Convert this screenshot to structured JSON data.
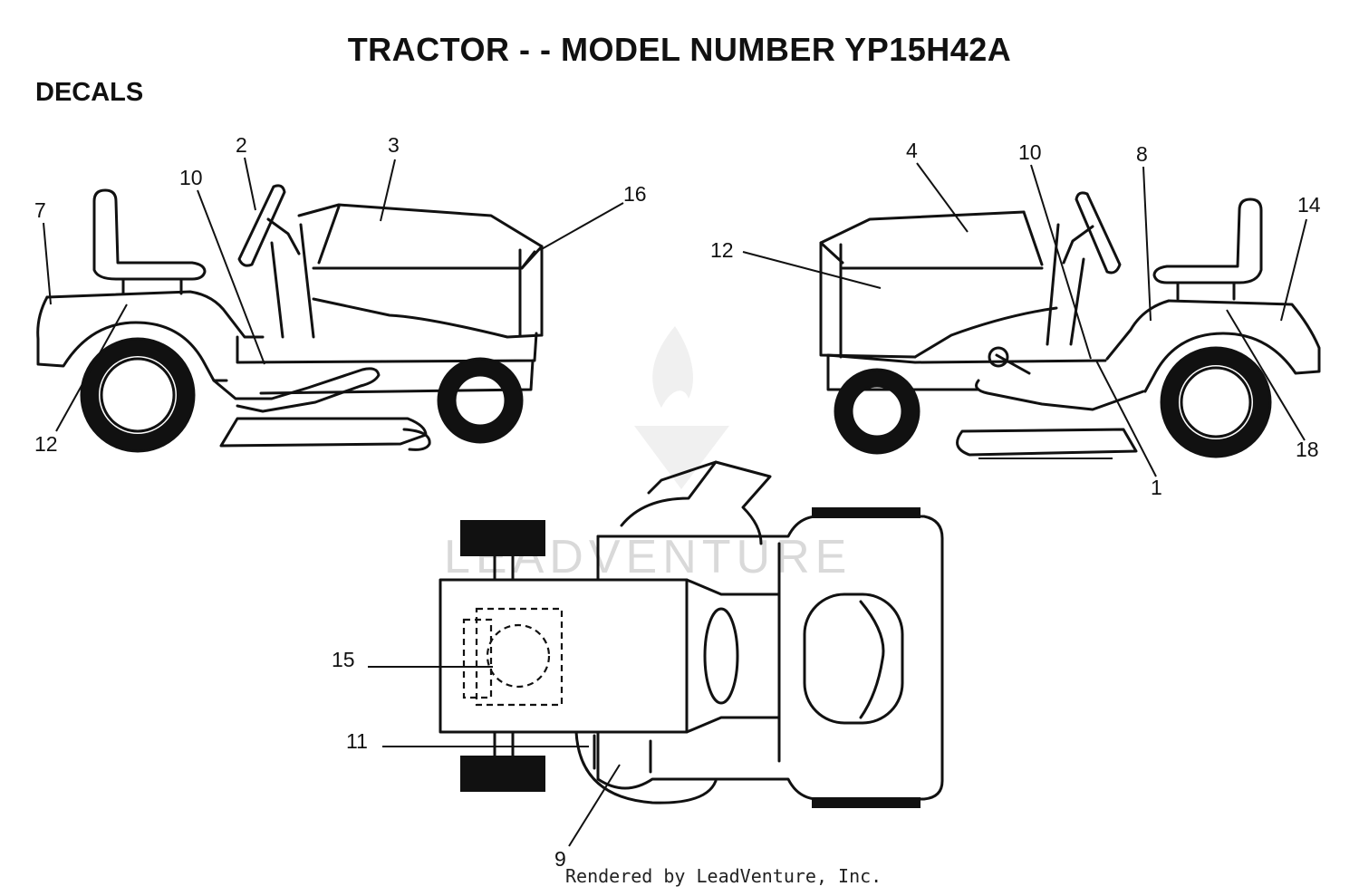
{
  "header": {
    "title": "TRACTOR - - MODEL NUMBER YP15H42A",
    "section": "DECALS"
  },
  "callouts": [
    {
      "id": "c7",
      "text": "7"
    },
    {
      "id": "c2",
      "text": "2"
    },
    {
      "id": "c10a",
      "text": "10"
    },
    {
      "id": "c3",
      "text": "3"
    },
    {
      "id": "c16",
      "text": "16"
    },
    {
      "id": "c12a",
      "text": "12"
    },
    {
      "id": "c4",
      "text": "4"
    },
    {
      "id": "c10b",
      "text": "10"
    },
    {
      "id": "c8",
      "text": "8"
    },
    {
      "id": "c14",
      "text": "14"
    },
    {
      "id": "c12b",
      "text": "12"
    },
    {
      "id": "c18",
      "text": "18"
    },
    {
      "id": "c1",
      "text": "1"
    },
    {
      "id": "c15",
      "text": "15"
    },
    {
      "id": "c11",
      "text": "11"
    },
    {
      "id": "c9",
      "text": "9"
    }
  ],
  "watermark": "LEADVENTURE",
  "footer": "Rendered by LeadVenture, Inc."
}
